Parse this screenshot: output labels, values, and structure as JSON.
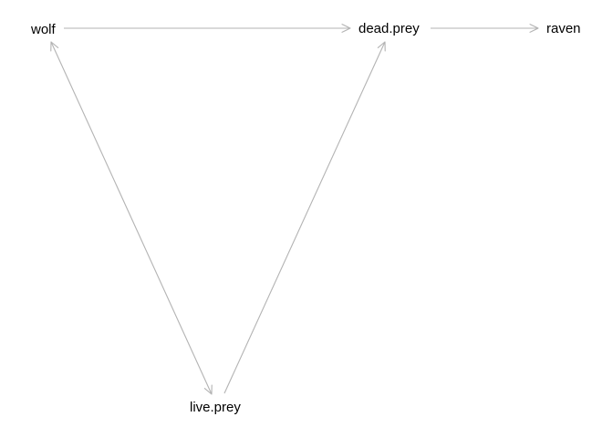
{
  "diagram": {
    "type": "directed-graph",
    "nodes": [
      {
        "id": "wolf",
        "label": "wolf"
      },
      {
        "id": "dead.prey",
        "label": "dead.prey"
      },
      {
        "id": "raven",
        "label": "raven"
      },
      {
        "id": "live.prey",
        "label": "live.prey"
      }
    ],
    "edges": [
      {
        "from": "wolf",
        "to": "dead.prey",
        "direction": "forward"
      },
      {
        "from": "dead.prey",
        "to": "raven",
        "direction": "forward"
      },
      {
        "from": "wolf",
        "to": "live.prey",
        "direction": "both"
      },
      {
        "from": "live.prey",
        "to": "dead.prey",
        "direction": "forward"
      }
    ],
    "edge_color": "#b3b3b3",
    "label_color": "#000000",
    "background": "#ffffff"
  }
}
